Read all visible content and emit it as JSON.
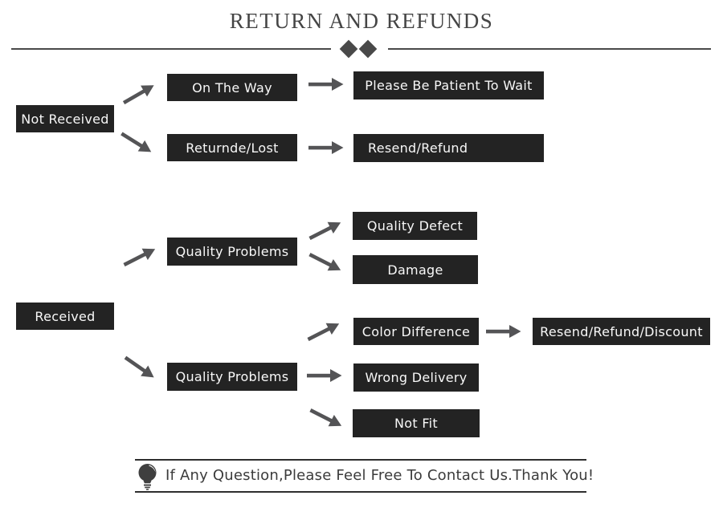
{
  "header": {
    "title": "RETURN AND REFUNDS"
  },
  "nodes": {
    "not_received": "Not Received",
    "on_the_way": "On The Way",
    "returned_lost": "Returnde/Lost",
    "be_patient": "Please Be Patient To Wait",
    "resend_refund": "Resend/Refund",
    "quality_problems_a": "Quality Problems",
    "quality_defect": "Quality Defect",
    "damage": "Damage",
    "received": "Received",
    "quality_problems_b": "Quality Problems",
    "color_difference": "Color Difference",
    "resend_refund_discount": "Resend/Refund/Discount",
    "wrong_delivery": "Wrong Delivery",
    "not_fit": "Not Fit"
  },
  "footer": {
    "message": "If Any Question,Please Feel Free To Contact Us.Thank You!"
  },
  "colors": {
    "node_background": "#232323",
    "node_text": "#f8f8f8",
    "arrow": "#545456",
    "title_text": "#454545",
    "divider": "#4a4a4a",
    "footer_text": "#3b3b3b"
  }
}
